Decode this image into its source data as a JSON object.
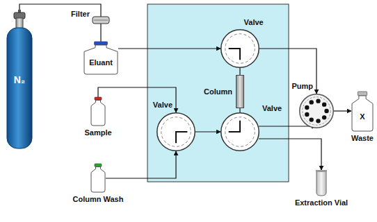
{
  "diagram": {
    "nodes": [
      {
        "text": [
          "N₂"
        ]
      },
      {
        "text": [
          "Filter"
        ]
      },
      {
        "text": [
          "Eluant"
        ]
      },
      {
        "text": [
          "Valve"
        ]
      },
      {
        "text": [
          "Column"
        ]
      },
      {
        "text": [
          "Pump"
        ]
      },
      {
        "text": [
          "X",
          "Waste"
        ]
      },
      {
        "text": [
          "Sample"
        ]
      },
      {
        "text": [
          "Valve"
        ]
      },
      {
        "text": [
          "Valve"
        ]
      },
      {
        "text": [
          "Column Wash"
        ]
      },
      {
        "text": [
          "Extraction Vial"
        ]
      }
    ],
    "edges": [
      {
        "from": 0,
        "to": 1,
        "arrow": "none"
      },
      {
        "from": 1,
        "to": 2,
        "arrow": "none"
      },
      {
        "from": 2,
        "to": 3,
        "arrow": "to"
      },
      {
        "from": 3,
        "to": 5,
        "arrow": "to"
      },
      {
        "from": 3,
        "to": 4,
        "arrow": "none"
      },
      {
        "from": 4,
        "to": 9,
        "arrow": "none"
      },
      {
        "from": 7,
        "to": 8,
        "arrow": "to"
      },
      {
        "from": 10,
        "to": 8,
        "arrow": "to"
      },
      {
        "from": 8,
        "to": 9,
        "arrow": "to"
      },
      {
        "from": 9,
        "to": 5,
        "arrow": "to"
      },
      {
        "from": 9,
        "to": 11,
        "arrow": "to"
      },
      {
        "from": 5,
        "to": 6,
        "arrow": "to"
      }
    ]
  }
}
